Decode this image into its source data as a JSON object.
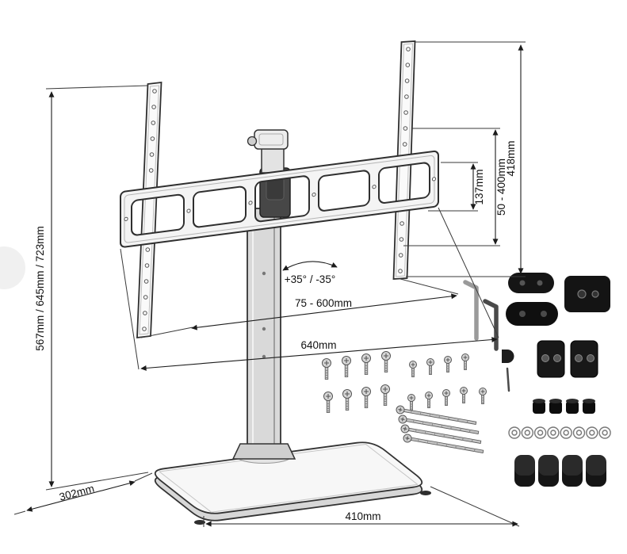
{
  "labels": {
    "height_options": "567mm / 645mm / 723mm",
    "base_depth": "302mm",
    "base_width": "410mm",
    "bracket_width": "640mm",
    "vesa_width_range": "75 - 600mm",
    "swivel_range": "+35° / -35°",
    "hole_spacing": "137mm",
    "vesa_height_range": "50 - 400mm",
    "rail_length": "418mm"
  },
  "hardware": {
    "items": [
      {
        "icon": "allen-key-icon",
        "count": 2
      },
      {
        "icon": "adapter-oval-icon",
        "count": 2
      },
      {
        "icon": "adapter-plate-icon",
        "count": 1
      },
      {
        "icon": "d-hook-icon",
        "count": 1
      },
      {
        "icon": "pin-icon",
        "count": 1
      },
      {
        "icon": "angle-bracket-icon",
        "count": 2
      },
      {
        "icon": "screw-icon",
        "count": 17
      },
      {
        "icon": "bolt-icon",
        "count": 4
      },
      {
        "icon": "spacer-icon",
        "count": 4
      },
      {
        "icon": "washer-icon",
        "count": 8
      },
      {
        "icon": "foam-pad-icon",
        "count": 4
      }
    ]
  },
  "colors": {
    "line": "#1c1c1c",
    "dark_part": "#161616",
    "metal_light": "#d8d8d8",
    "background": "#ffffff"
  }
}
